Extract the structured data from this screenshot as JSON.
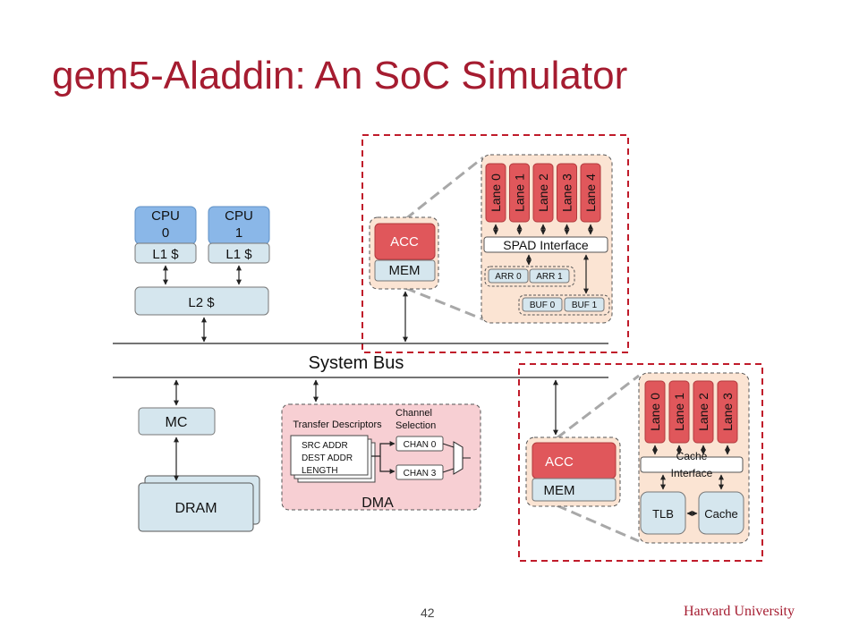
{
  "title": "gem5-Aladdin: An SoC Simulator",
  "footer": {
    "page_number": "42",
    "organization": "Harvard University"
  },
  "colors": {
    "title": "#a51c30",
    "light_blue": "#d5e6ee",
    "cpu_blue": "#8ab7e8",
    "lane_red": "#e0575b",
    "acc_red": "#e0575b",
    "dma_pink": "#f7cfd3",
    "peach": "#fbe4d3",
    "dashed_red": "#c01b2a",
    "zoom_gray": "#a8a8a8"
  },
  "cpus": [
    {
      "name": "CPU 0",
      "line1": "CPU",
      "line2": "0",
      "cache": "L1 $"
    },
    {
      "name": "CPU 1",
      "line1": "CPU",
      "line2": "1",
      "cache": "L1 $"
    }
  ],
  "l2": "L2 $",
  "system_bus": "System Bus",
  "mc": "MC",
  "dram": "DRAM",
  "dma": {
    "label": "DMA",
    "transfer_descriptors": "Transfer Descriptors",
    "descriptor_fields": [
      "SRC ADDR",
      "DEST ADDR",
      "LENGTH"
    ],
    "channel_selection_line1": "Channel",
    "channel_selection_line2": "Selection",
    "channels": [
      "CHAN 0",
      "CHAN 3"
    ]
  },
  "acc_top": {
    "acc": "ACC",
    "mem": "MEM",
    "lanes": [
      "Lane 0",
      "Lane 1",
      "Lane 2",
      "Lane 3",
      "Lane 4"
    ],
    "interface": "SPAD Interface",
    "arrays": [
      "ARR 0",
      "ARR 1"
    ],
    "buffers": [
      "BUF 0",
      "BUF 1"
    ]
  },
  "acc_bottom": {
    "acc": "ACC",
    "mem": "MEM",
    "lanes": [
      "Lane 0",
      "Lane 1",
      "Lane 2",
      "Lane 3"
    ],
    "interface_line1": "Cache",
    "interface_line2": "Interface",
    "tlb": "TLB",
    "cache": "Cache"
  }
}
